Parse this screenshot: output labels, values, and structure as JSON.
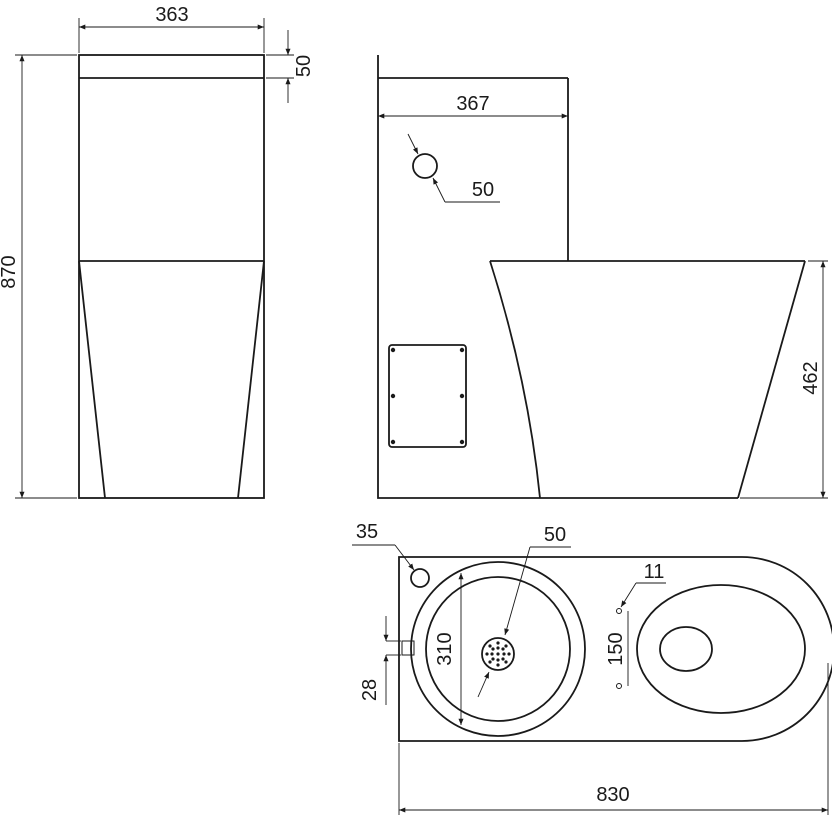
{
  "dimensions": {
    "front_width": "363",
    "lid_thickness": "50",
    "total_height": "870",
    "tank_depth": "367",
    "inlet_diameter": "50",
    "bowl_height": "462",
    "sink_outlet": "35",
    "drain_diameter": "50",
    "mount_hole": "11",
    "mount_spacing": "150",
    "basin_diameter": "310",
    "side_offset": "28",
    "overall_length": "830"
  }
}
